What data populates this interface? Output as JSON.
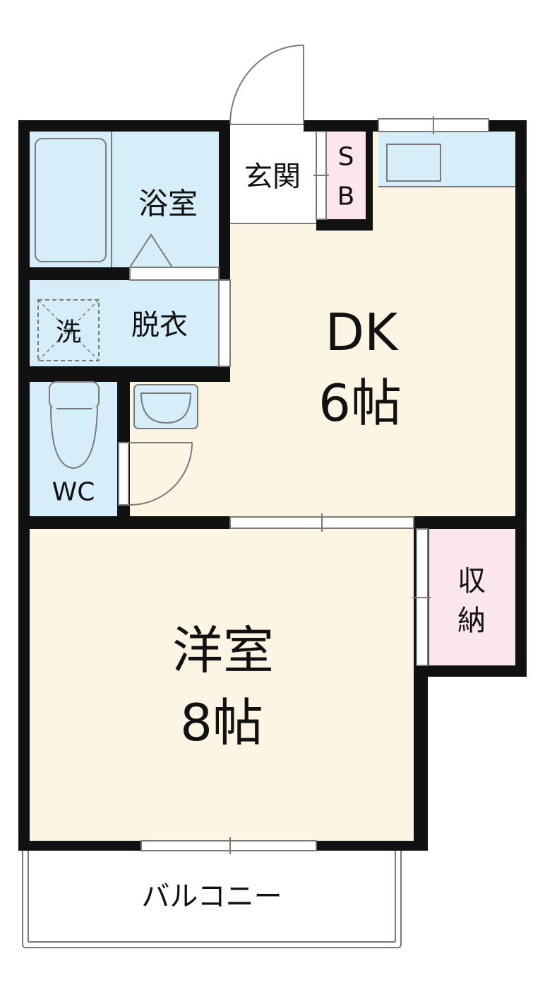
{
  "rooms": {
    "bath": "浴室",
    "entrance": "玄関",
    "shoe_box_top": "S",
    "shoe_box_bottom": "B",
    "washer": "洗",
    "changing": "脱衣",
    "dk_name": "DK",
    "dk_size": "6帖",
    "wc": "WC",
    "western_name": "洋室",
    "western_size": "8帖",
    "storage_top": "収",
    "storage_bottom": "納",
    "balcony": "バルコニー"
  },
  "colors": {
    "wall": "#111111",
    "wet_area": "#d6eef9",
    "living_floor": "#fdf5e4",
    "storage": "#fbe6ee",
    "outline": "#7a7a7a"
  }
}
